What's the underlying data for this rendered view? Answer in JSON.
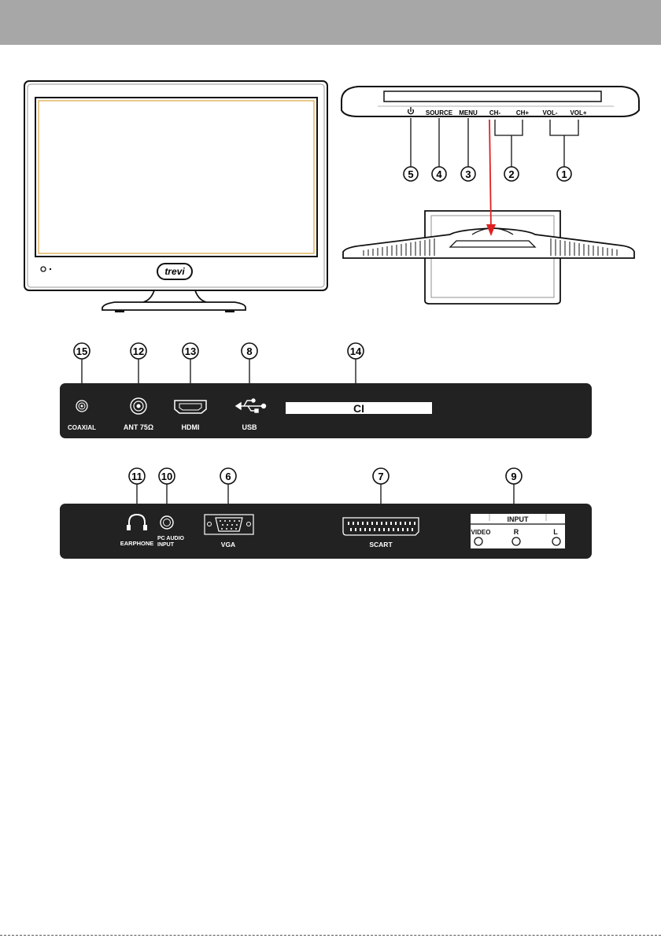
{
  "brand": {
    "logo_text": "trevi"
  },
  "top_panel": {
    "button_labels": [
      "SOURCE",
      "MENU",
      "CH-",
      "CH+",
      "VOL-",
      "VOL+"
    ],
    "callouts": [
      "5",
      "4",
      "3",
      "2",
      "1"
    ]
  },
  "rear_panel_1": {
    "callouts": [
      "15",
      "12",
      "13",
      "8",
      "14"
    ],
    "labels": {
      "coaxial": "COAXIAL",
      "ant": "ANT 75Ω",
      "hdmi": "HDMI",
      "usb": "USB",
      "ci": "CI"
    }
  },
  "rear_panel_2": {
    "callouts": [
      "11",
      "10",
      "6",
      "7",
      "9"
    ],
    "labels": {
      "earphone": "EARPHONE",
      "pc_audio_1": "PC AUDIO",
      "pc_audio_2": "INPUT",
      "vga": "VGA",
      "scart": "SCART",
      "input_title": "INPUT",
      "video": "VIDEO",
      "r": "R",
      "l": "L"
    }
  },
  "colors": {
    "header": "#a7a7a7",
    "panel": "#222222",
    "arrow": "#e02020",
    "bezel_inner": "#d9a441"
  }
}
